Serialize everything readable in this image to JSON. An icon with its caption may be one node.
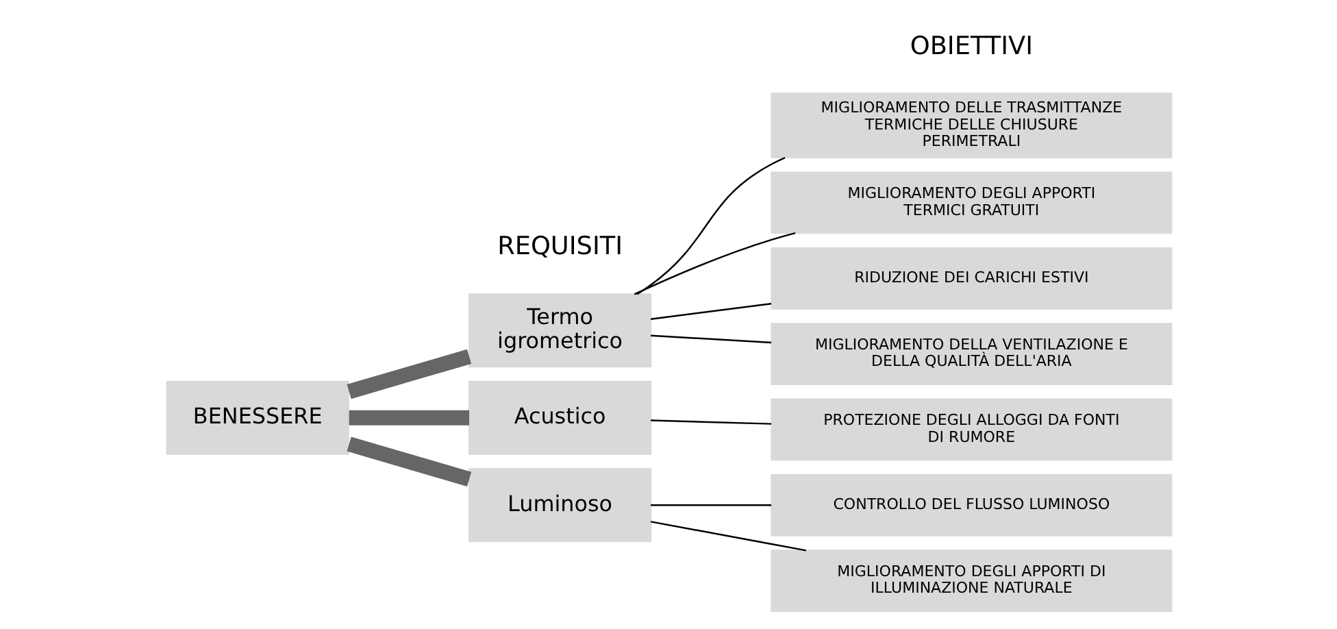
{
  "diagram": {
    "nodes": [
      {
        "text": [
          "BENESSERE"
        ]
      },
      {
        "text": [
          "Termo igrometrico"
        ]
      },
      {
        "text": [
          "Acustico"
        ]
      },
      {
        "text": [
          "Luminoso"
        ]
      },
      {
        "text": [
          "MIGLIORAMENTO DELLE TRASMITTANZE TERMICHE DELLE CHIUSURE PERIMETRALI"
        ]
      },
      {
        "text": [
          "MIGLIORAMENTO DEGLI APPORTI TERMICI GRATUITI"
        ]
      },
      {
        "text": [
          "RIDUZIONE DEI CARICHI ESTIVI"
        ]
      },
      {
        "text": [
          "MIGLIORAMENTO DELLA VENTILAZIONE E DELLA QUALITÀ DELL'ARIA"
        ]
      },
      {
        "text": [
          "PROTEZIONE DEGLI ALLOGGI DA FONTI DI RUMORE"
        ]
      },
      {
        "text": [
          "CONTROLLO DEL FLUSSO LUMINOSO"
        ]
      },
      {
        "text": [
          "MIGLIORAMENTO DEGLI APPORTI DI ILLUMINAZIONE NATURALE"
        ]
      }
    ],
    "edges": [
      {
        "from": 0,
        "to": 1,
        "arrow": "none",
        "style": "thick",
        "color": "#666666"
      },
      {
        "from": 0,
        "to": 2,
        "arrow": "none",
        "style": "thick",
        "color": "#666666"
      },
      {
        "from": 0,
        "to": 3,
        "arrow": "none",
        "style": "thick",
        "color": "#666666"
      },
      {
        "from": 1,
        "to": 4,
        "arrow": "none"
      },
      {
        "from": 1,
        "to": 5,
        "arrow": "none"
      },
      {
        "from": 1,
        "to": 6,
        "arrow": "none"
      },
      {
        "from": 1,
        "to": 7,
        "arrow": "none"
      },
      {
        "from": 2,
        "to": 8,
        "arrow": "none"
      },
      {
        "from": 3,
        "to": 9,
        "arrow": "none"
      },
      {
        "from": 3,
        "to": 10,
        "arrow": "none"
      }
    ],
    "labels": [
      "OBIETTIVI",
      "REQUISITI"
    ]
  }
}
